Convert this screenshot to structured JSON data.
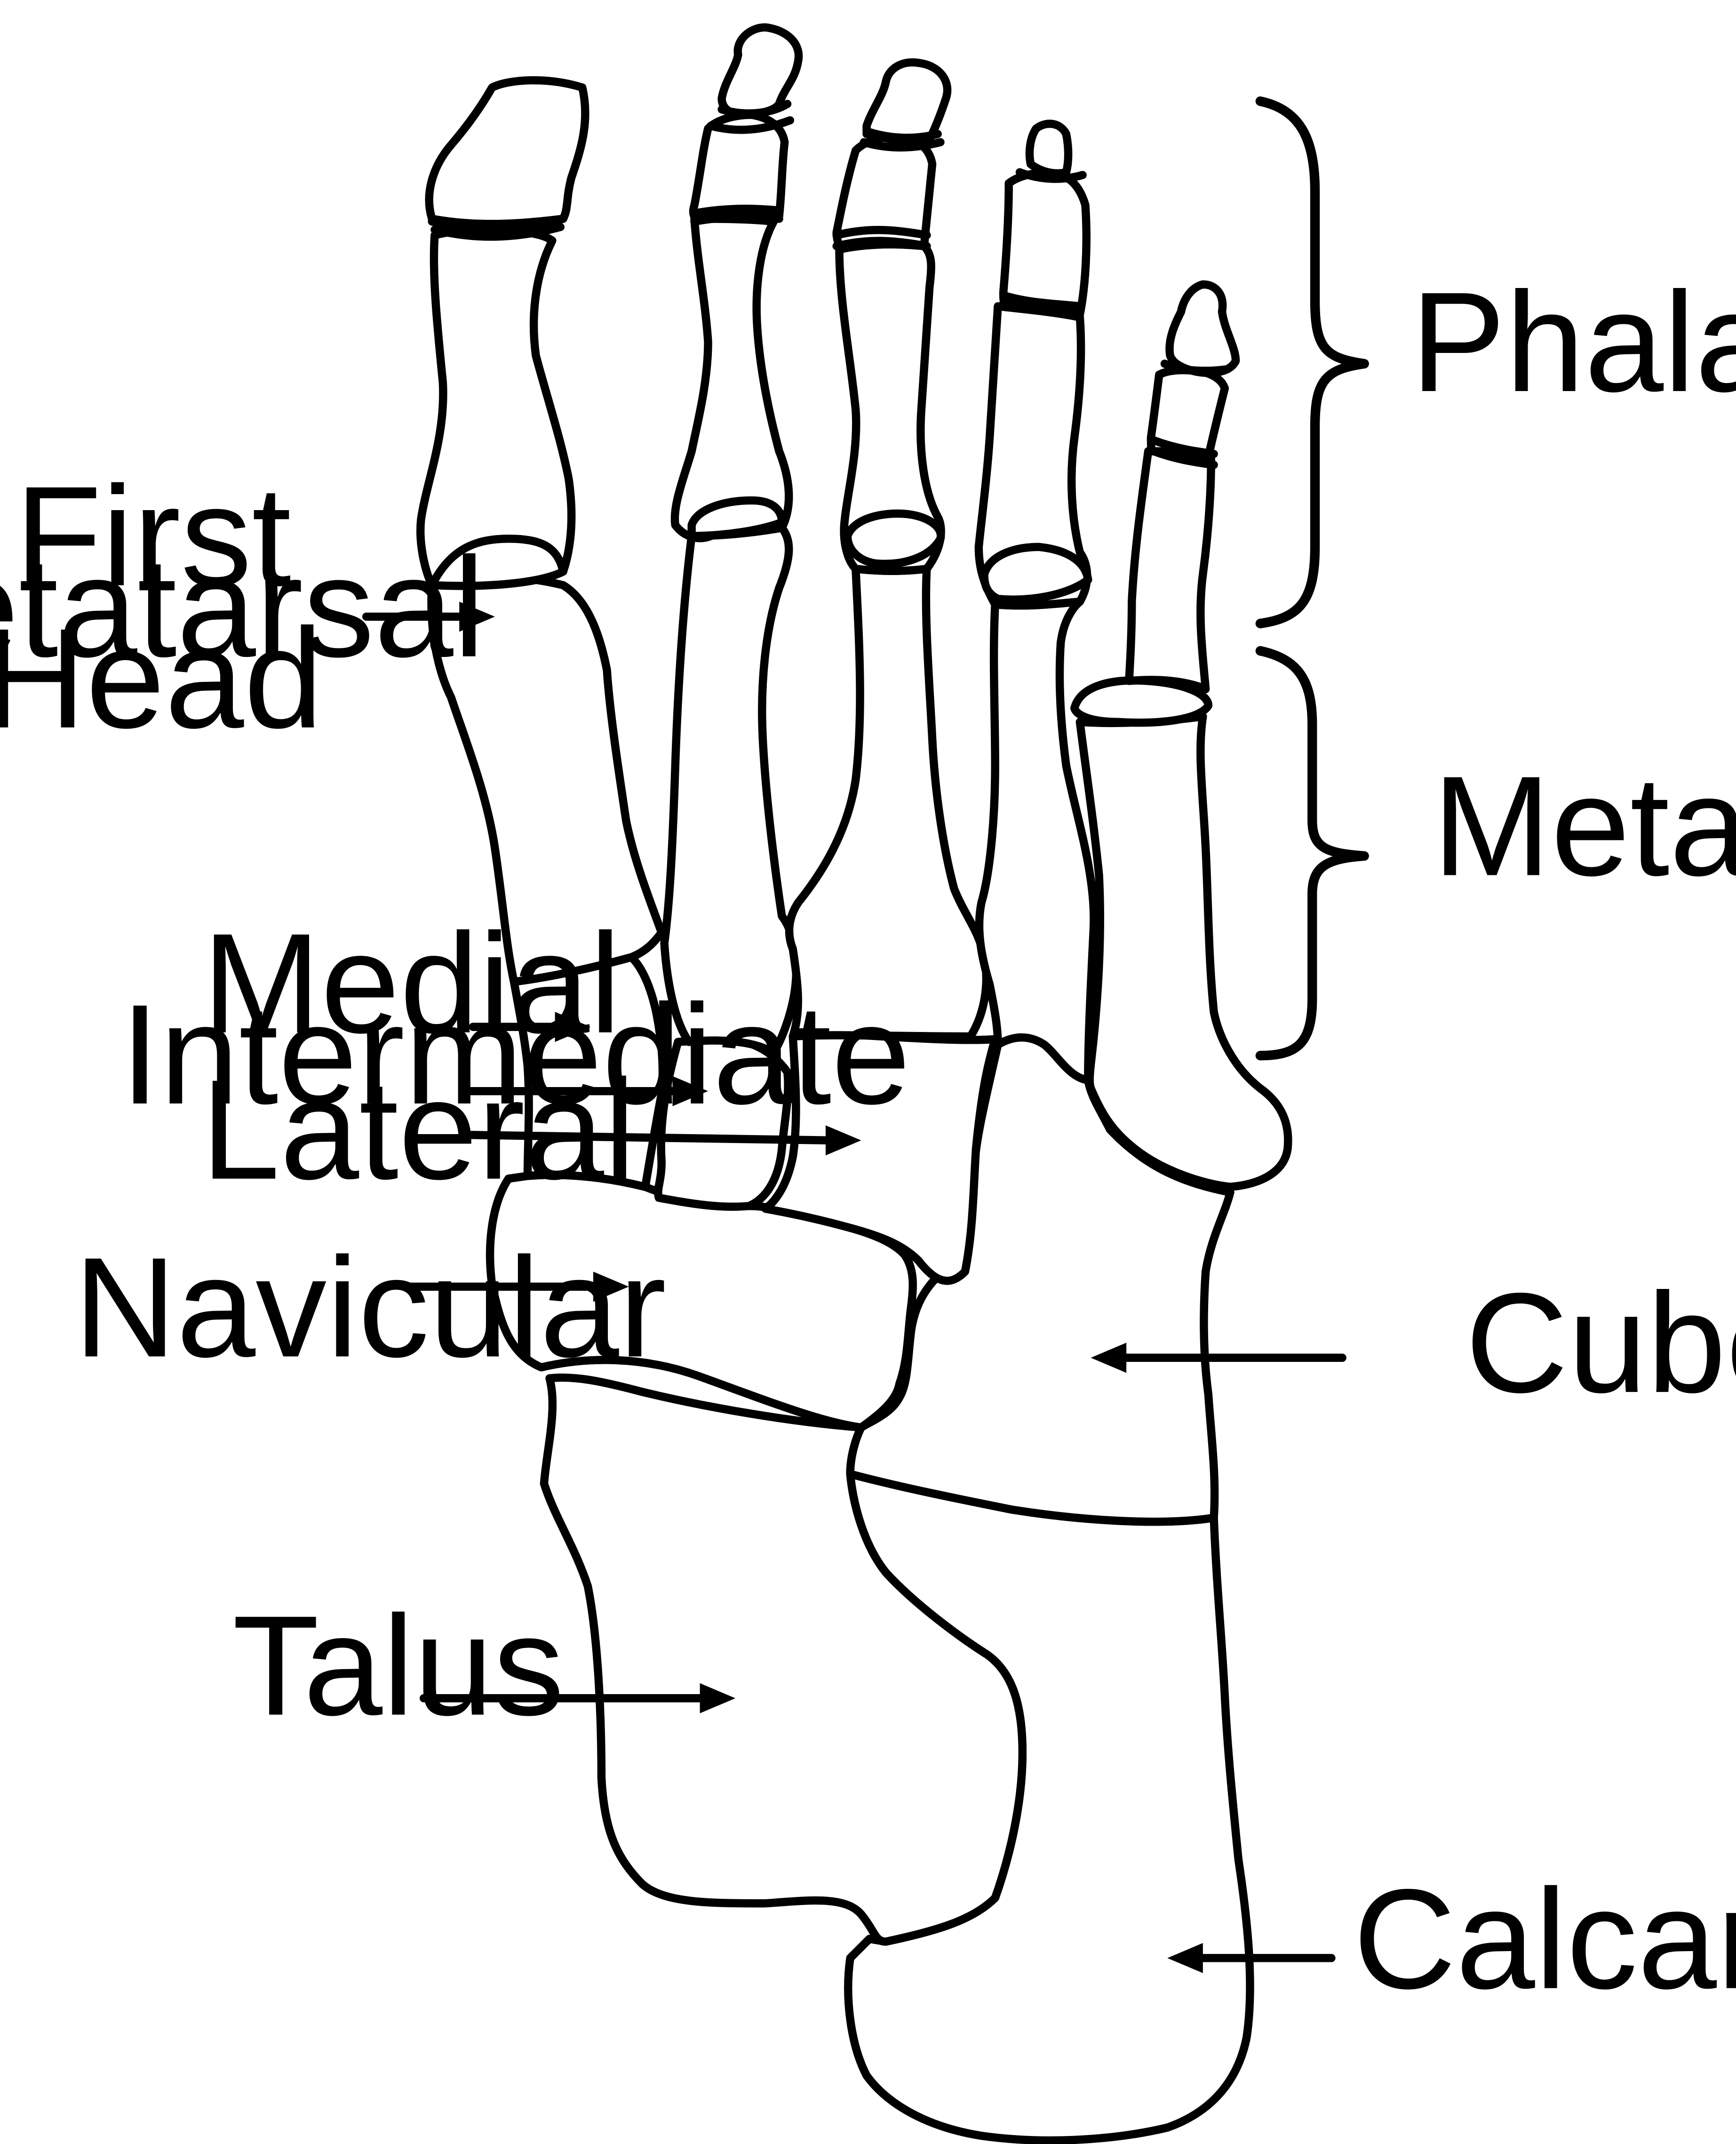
{
  "labels": {
    "phalanges": "Phalanges",
    "metatarsals": "Metatarsals",
    "first_metatarsal_head_line1": "First",
    "first_metatarsal_head_line2": "Metatarsal",
    "first_metatarsal_head_line3": "Head",
    "medial": "Medial",
    "intermediate": "Intermediate",
    "lateral": "Lateral",
    "navicular": "Navicular",
    "cuboid": "Cuboid",
    "talus": "Talus",
    "calcaneous": "Calcaneous"
  },
  "colors": {
    "line": "#000000",
    "background": "#ffffff"
  }
}
